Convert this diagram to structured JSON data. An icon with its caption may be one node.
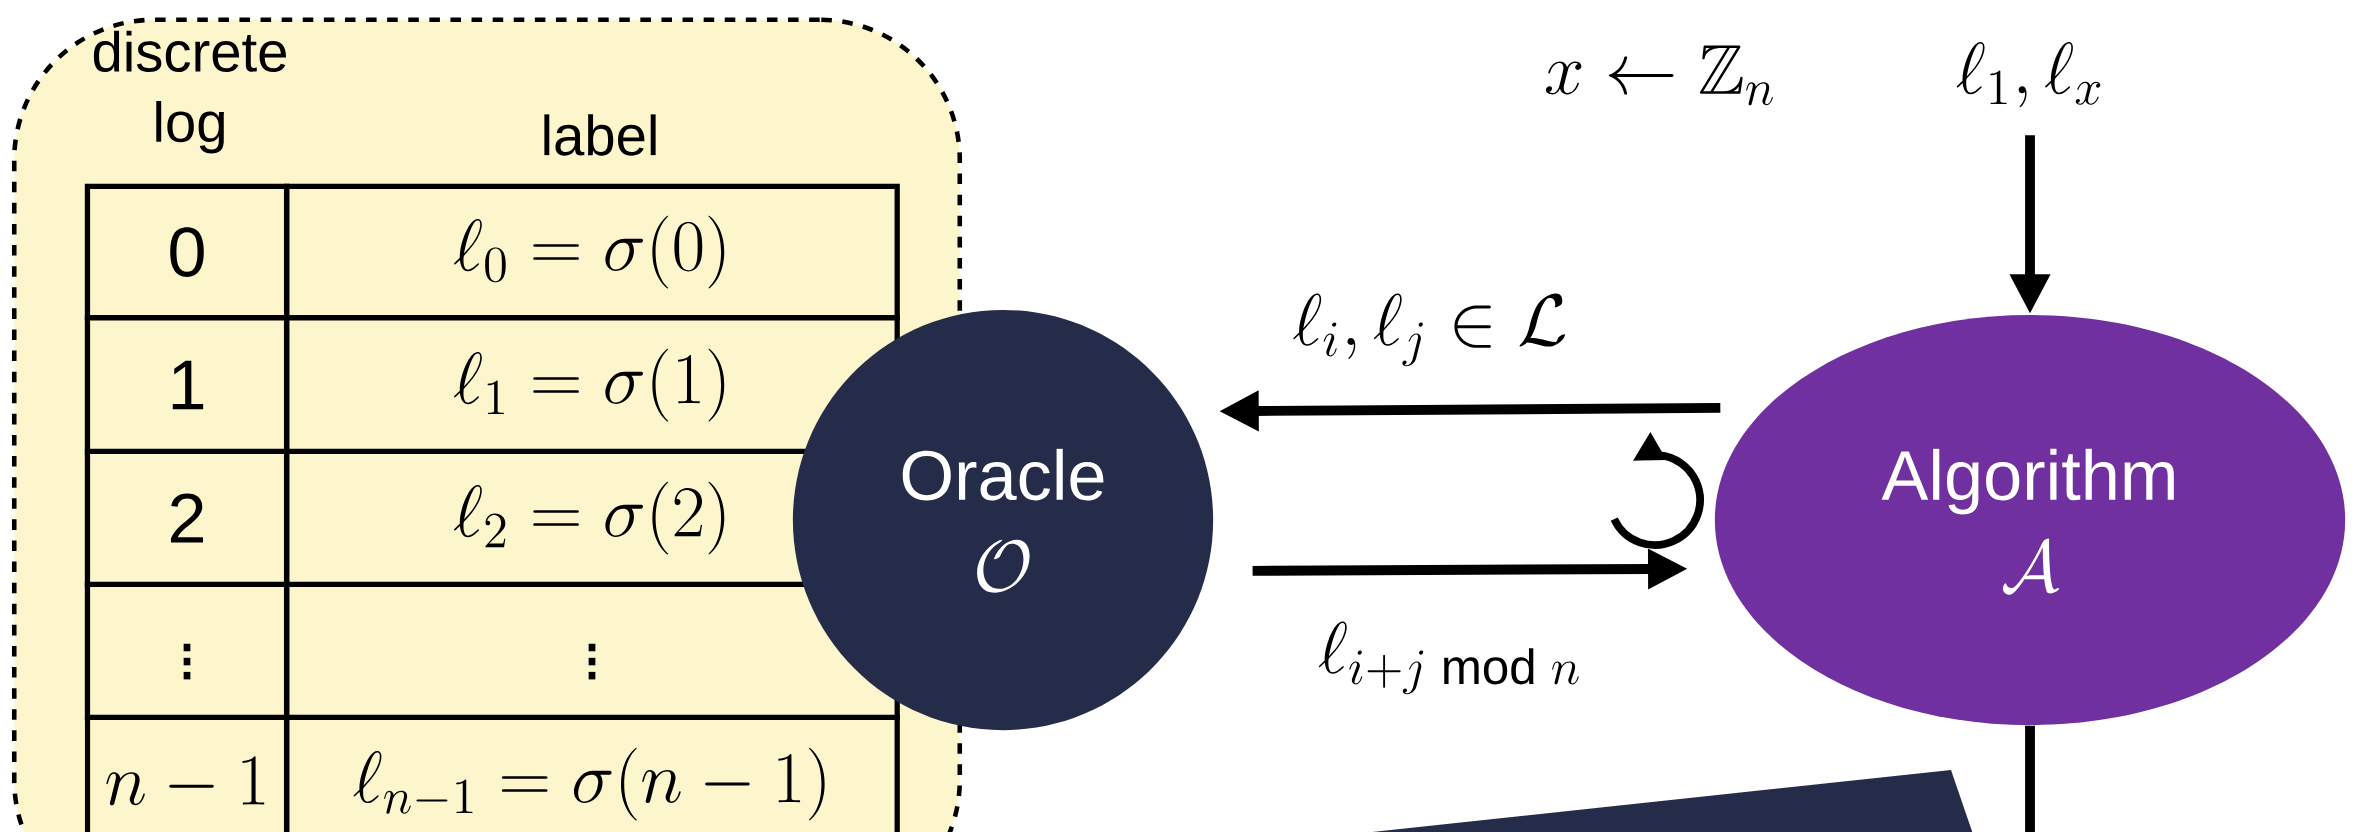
{
  "diagram": {
    "nodes": [
      {
        "text": [],
        "shape": "box"
      },
      {
        "text": [
          "Oracle",
          "\\mathcal{O}"
        ]
      },
      {
        "text": [
          "Algorithm",
          "\\mathcal{A}"
        ]
      },
      {
        "text": [
          "\\ell_1, \\ell_x"
        ]
      },
      {
        "text": [],
        "shape": "triangle"
      }
    ],
    "edges": [
      {
        "from": 3,
        "to": 2,
        "arrow": "to"
      },
      {
        "from": 2,
        "to": 1,
        "arrow": "to",
        "label": "\\ell_i, \\ell_j \\in \\mathcal{L}"
      },
      {
        "from": 1,
        "to": 2,
        "arrow": "to",
        "label": "\\ell_{i+j \\bmod n}"
      },
      {
        "from": 2,
        "to": null,
        "arrow": "none"
      }
    ],
    "labels": [
      "discrete log",
      "label",
      "0",
      "\\ell_0 = \\sigma(0)",
      "1",
      "\\ell_1 = \\sigma(1)",
      "2",
      "\\ell_2 = \\sigma(2)",
      "\\vdots",
      "\\vdots",
      "n-1",
      "\\ell_{n-1} = \\sigma(n-1)",
      "x \\leftarrow \\mathbb{Z}_n"
    ]
  }
}
